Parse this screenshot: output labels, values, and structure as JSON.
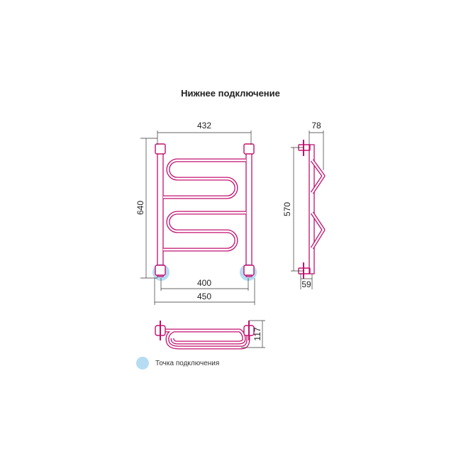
{
  "title": "Нижнее подключение",
  "colors": {
    "pipe": "#c2106f",
    "line": "#333333",
    "connection": "#b6dcf2",
    "background": "#ffffff"
  },
  "front_view": {
    "dim_top": "432",
    "dim_height": "640",
    "dim_bottom_inner": "400",
    "dim_bottom_outer": "450"
  },
  "side_view": {
    "dim_depth": "78",
    "dim_height": "570",
    "dim_bottom": "59"
  },
  "top_view": {
    "dim_depth": "117"
  },
  "legend": {
    "label": "Точка подключения"
  }
}
